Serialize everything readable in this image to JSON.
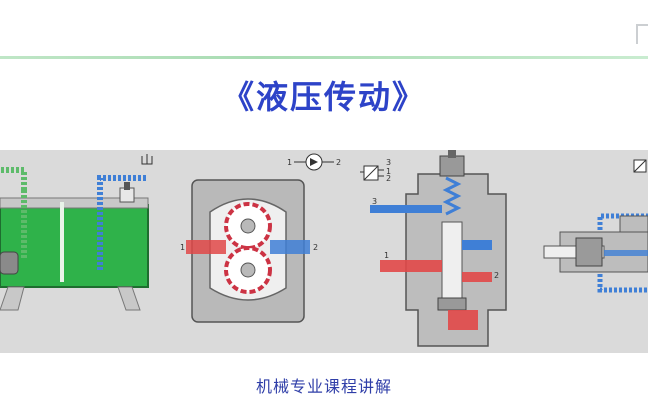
{
  "header": {
    "title": "《液压传动》"
  },
  "footer": {
    "caption": "机械专业课程讲解"
  },
  "diagram": {
    "port_labels": {
      "gear_inlet": "1",
      "gear_outlet": "2",
      "symbol_pump_in": "1",
      "symbol_pump_out": "2",
      "symbol_valve_a": "1",
      "symbol_valve_b": "2",
      "symbol_valve_c": "3",
      "valve_port_1": "1",
      "valve_port_2": "2",
      "valve_port_3": "3"
    },
    "colors": {
      "oil_green": "#2fb24a",
      "pressure_red": "#e14848",
      "suction_blue": "#3f7fd6",
      "casing_gray": "#bdbdbd",
      "panel_bg": "#dadada"
    }
  }
}
